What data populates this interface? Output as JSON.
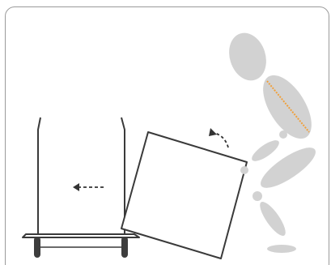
{
  "illustration": {
    "subject": "lifting-box-onto-trolley",
    "colors": {
      "outline": "#3a3a3a",
      "body": "#d2d2d2",
      "spine": "#f0a03c",
      "wheel": "#3d3d3d",
      "arrow": "#333333",
      "frame": "#9a9a9a"
    },
    "arrows": [
      {
        "name": "push-left-arrow",
        "direction": "left"
      },
      {
        "name": "tilt-arrow",
        "direction": "up-left-curved"
      }
    ]
  }
}
